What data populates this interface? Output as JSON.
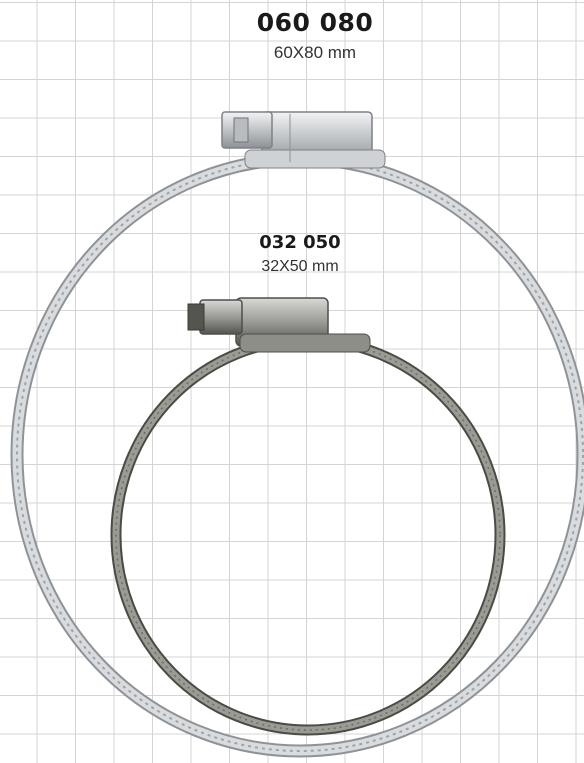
{
  "products": [
    {
      "code": "060 080",
      "size": "60X80 mm"
    },
    {
      "code": "032 050",
      "size": "32X50 mm"
    }
  ],
  "colors": {
    "grid": "#d4d4d4",
    "large_clamp_band": "#c9ccce",
    "small_clamp_band": "#8a8a86"
  }
}
